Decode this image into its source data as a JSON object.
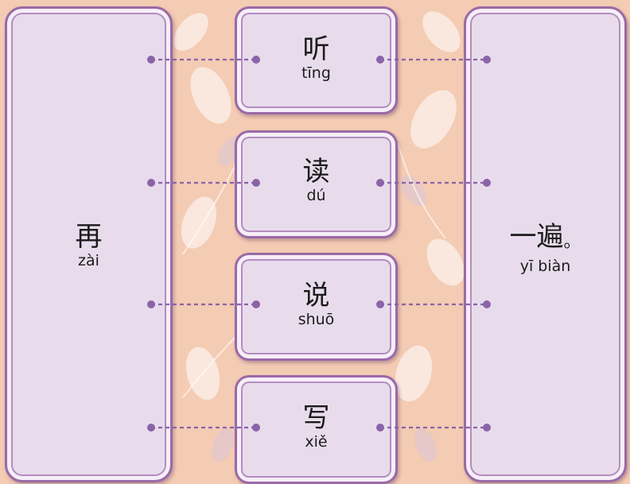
{
  "left": {
    "hanzi": "再",
    "pinyin": "zài"
  },
  "middle": [
    {
      "hanzi": "听",
      "pinyin": "tīng"
    },
    {
      "hanzi": "读",
      "pinyin": "dú"
    },
    {
      "hanzi": "说",
      "pinyin": "shuō"
    },
    {
      "hanzi": "写",
      "pinyin": "xiě"
    }
  ],
  "right": {
    "hanzi": "一遍",
    "pinyin": "yī biàn",
    "punct": "。"
  },
  "colors": {
    "line": "#8b63a8",
    "card": "#e8dcec",
    "border": "#9a6aa6",
    "background": "#f4cbb3"
  }
}
